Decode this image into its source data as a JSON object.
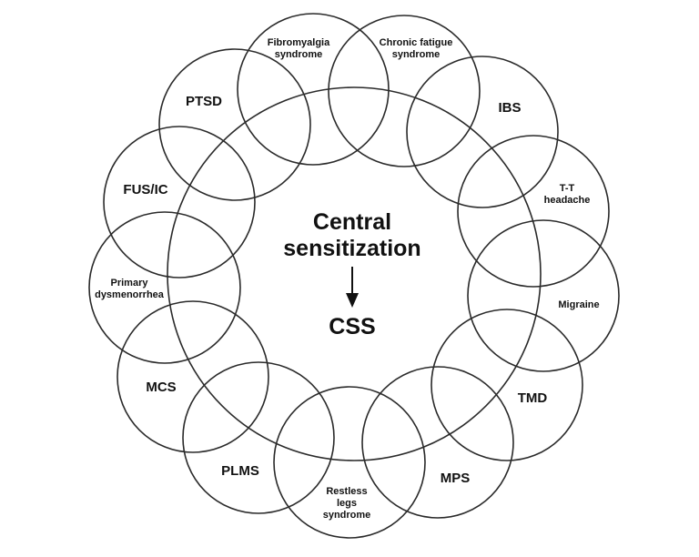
{
  "diagram": {
    "title": "Central sensitization → CSS",
    "center": {
      "line1": "Central",
      "line2": "sensitization",
      "arrow": "down-arrow-icon",
      "result": "CSS"
    },
    "conditions": [
      {
        "id": "fibromyalgia",
        "lines": [
          "Fibromyalgia",
          "syndrome"
        ],
        "size": "sm"
      },
      {
        "id": "chronic-fatigue",
        "lines": [
          "Chronic fatigue",
          "syndrome"
        ],
        "size": "sm"
      },
      {
        "id": "ibs",
        "lines": [
          "IBS"
        ],
        "size": "lg"
      },
      {
        "id": "tt-headache",
        "lines": [
          "T-T",
          "headache"
        ],
        "size": "sm"
      },
      {
        "id": "migraine",
        "lines": [
          "Migraine"
        ],
        "size": "sm"
      },
      {
        "id": "tmd",
        "lines": [
          "TMD"
        ],
        "size": "lg"
      },
      {
        "id": "mps",
        "lines": [
          "MPS"
        ],
        "size": "lg"
      },
      {
        "id": "restless-legs",
        "lines": [
          "Restless",
          "legs",
          "syndrome"
        ],
        "size": "sm"
      },
      {
        "id": "plms",
        "lines": [
          "PLMS"
        ],
        "size": "lg"
      },
      {
        "id": "mcs",
        "lines": [
          "MCS"
        ],
        "size": "lg"
      },
      {
        "id": "primary-dysmenorrhea",
        "lines": [
          "Primary",
          "dysmenorrhea"
        ],
        "size": "sm"
      },
      {
        "id": "fus-ic",
        "lines": [
          "FUS/IC"
        ],
        "size": "lg"
      },
      {
        "id": "ptsd",
        "lines": [
          "PTSD"
        ],
        "size": "lg"
      }
    ],
    "colors": {
      "stroke": "#2a2a2a",
      "text": "#111111",
      "background": "#ffffff"
    }
  }
}
